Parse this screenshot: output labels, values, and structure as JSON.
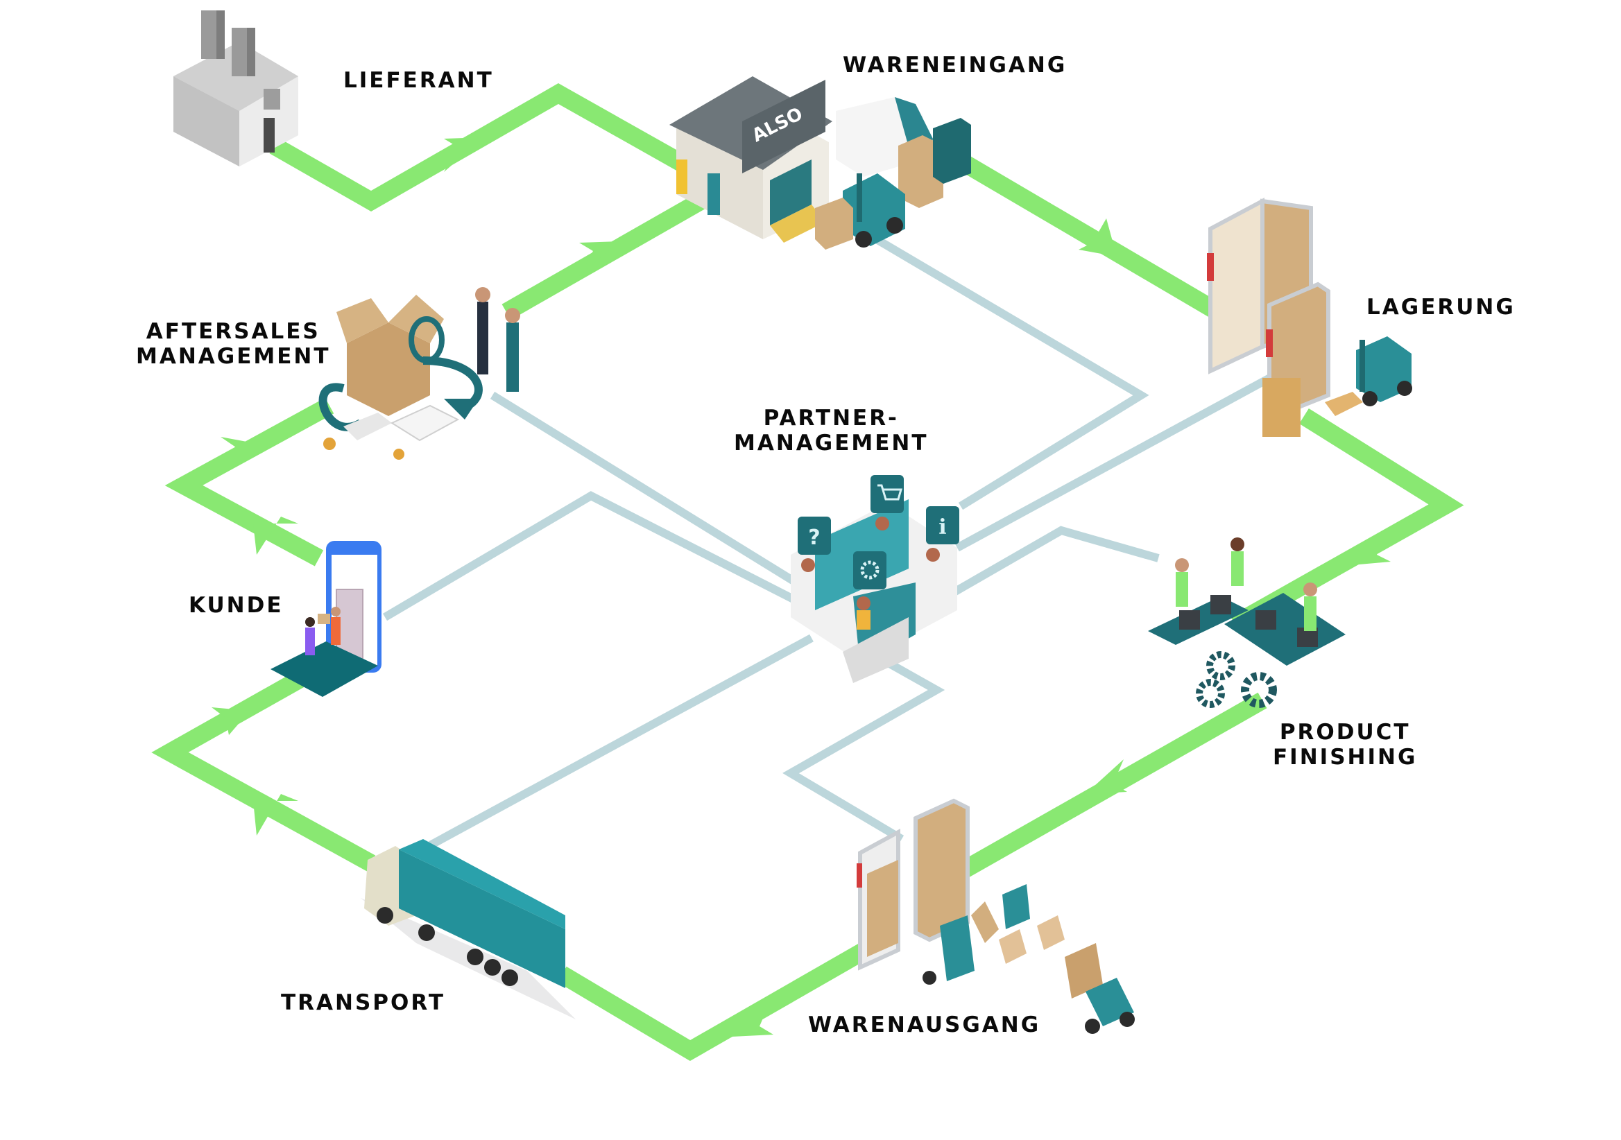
{
  "diagram": {
    "title": "Supply chain process loop",
    "colors": {
      "flow": "#89E872",
      "connector": "#BCD6DB",
      "teal": "#1F7E86",
      "teal_dark": "#16646B",
      "box": "#D2AE7E",
      "box_dark": "#B48C5C",
      "rack": "#C9CDD2",
      "label": "#0A0A0A"
    },
    "stations": [
      {
        "id": "lieferant",
        "label_lines": [
          "LIEFERANT"
        ]
      },
      {
        "id": "wareneingang",
        "label_lines": [
          "WARENEINGANG"
        ],
        "sign_text": "ALSO"
      },
      {
        "id": "lagerung",
        "label_lines": [
          "LAGERUNG"
        ]
      },
      {
        "id": "product-finishing",
        "label_lines": [
          "PRODUCT",
          "FINISHING"
        ]
      },
      {
        "id": "warenausgang",
        "label_lines": [
          "WARENAUSGANG"
        ]
      },
      {
        "id": "transport",
        "label_lines": [
          "TRANSPORT"
        ]
      },
      {
        "id": "kunde",
        "label_lines": [
          "KUNDE"
        ]
      },
      {
        "id": "aftersales-management",
        "label_lines": [
          "AFTERSALES",
          "MANAGEMENT"
        ]
      },
      {
        "id": "partner-management",
        "label_lines": [
          "PARTNER-",
          "MANAGEMENT"
        ],
        "speech_icons": [
          "question",
          "shopping-cart",
          "info",
          "gear"
        ]
      }
    ],
    "flow_order": [
      "lieferant",
      "wareneingang",
      "lagerung",
      "product-finishing",
      "warenausgang",
      "transport",
      "kunde",
      "aftersales-management",
      "wareneingang"
    ],
    "hub": "partner-management"
  }
}
